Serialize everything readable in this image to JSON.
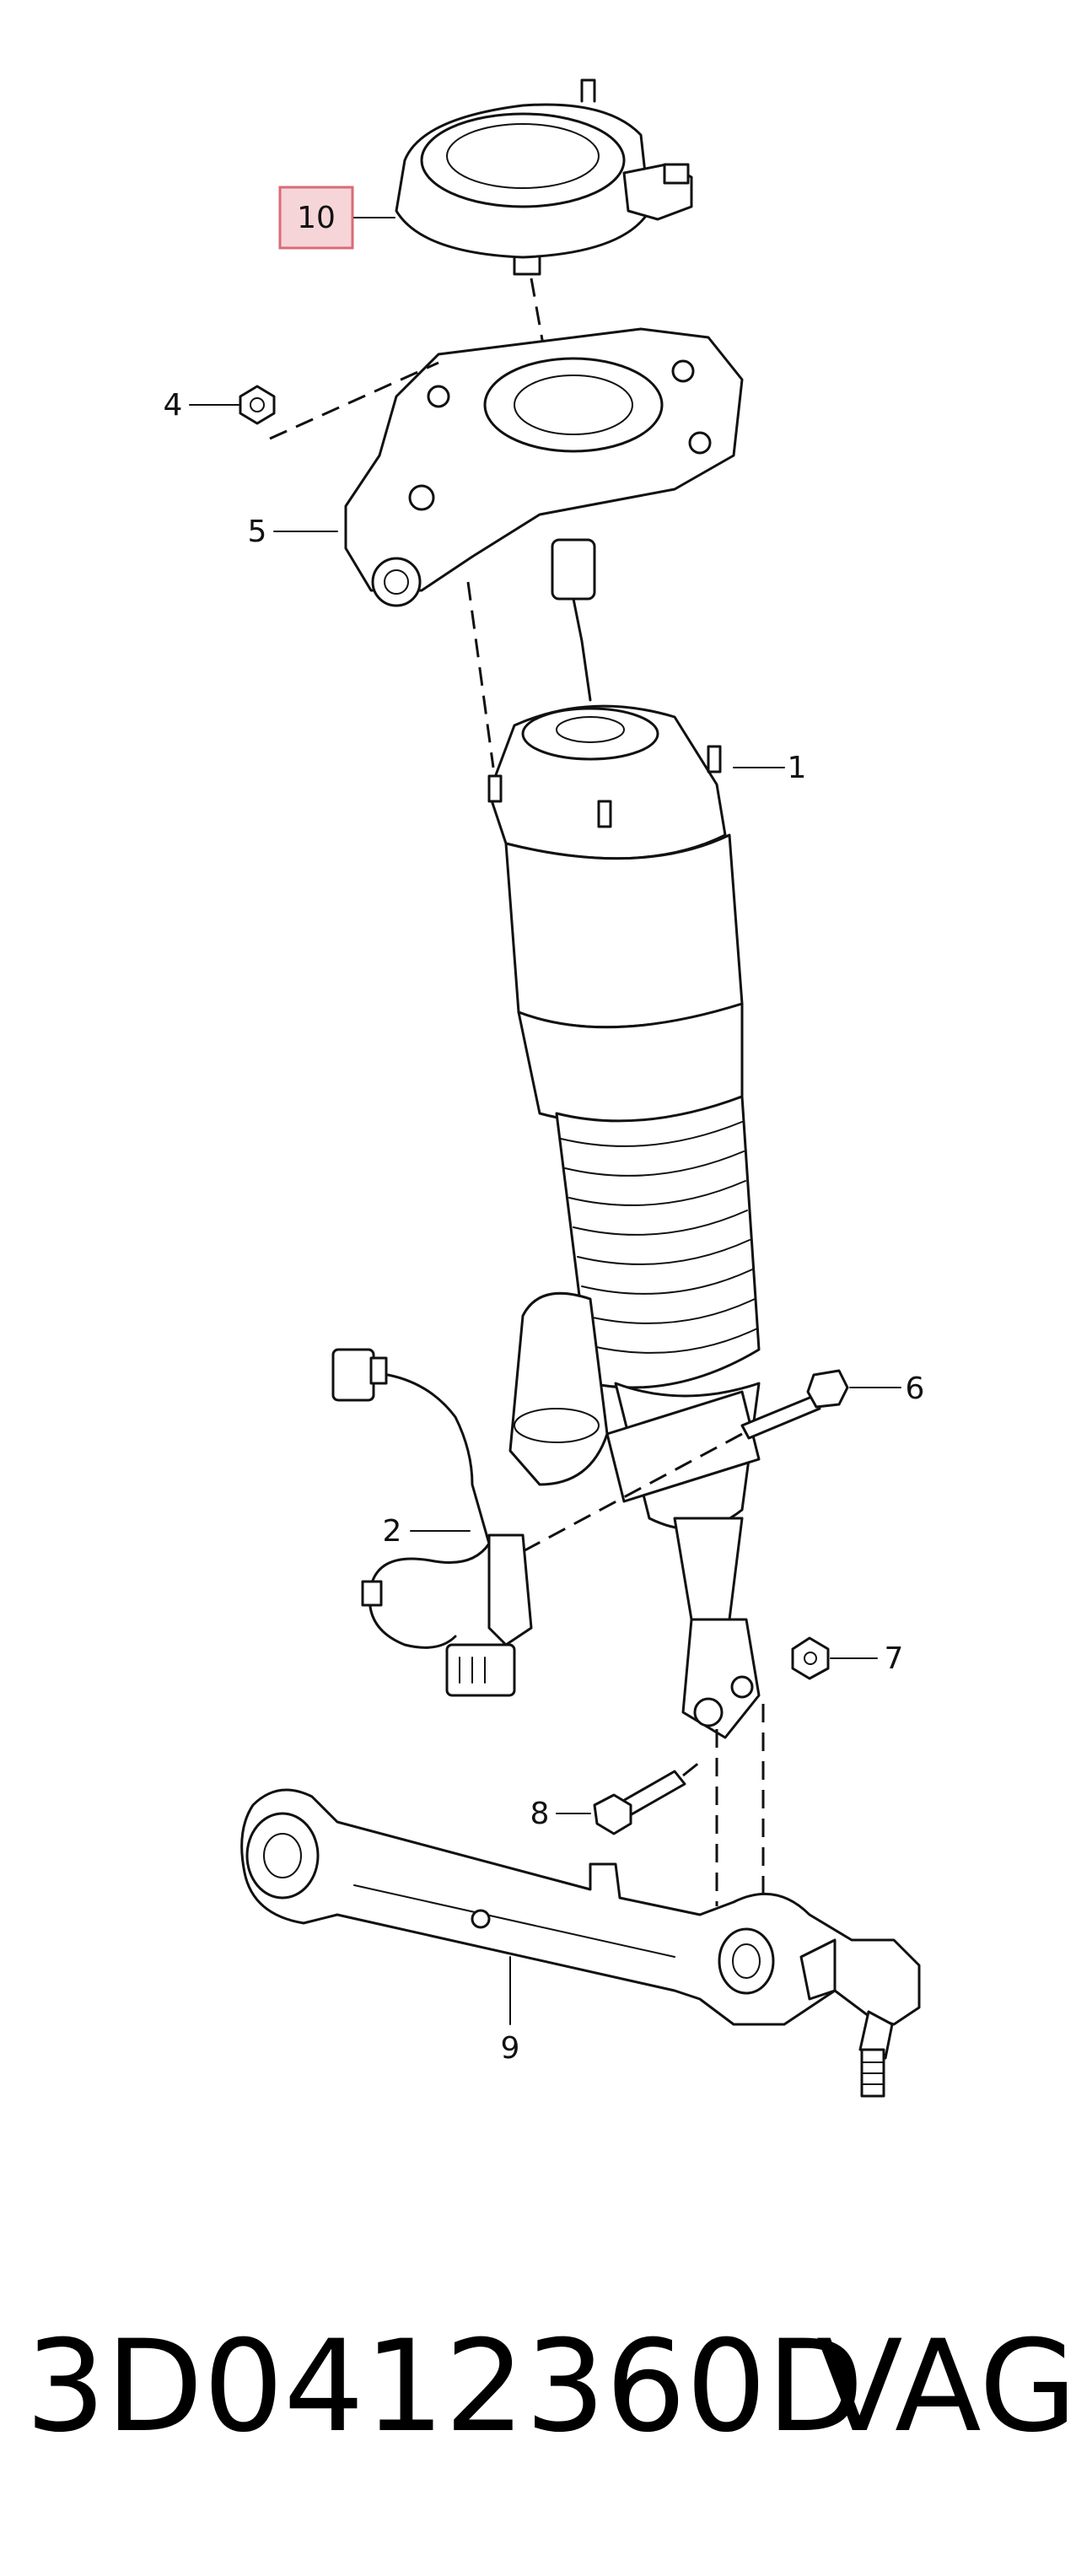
{
  "colors": {
    "line": "#111111",
    "highlight_fill": "#f6d5d9",
    "highlight_stroke": "#d96b78",
    "background": "#ffffff"
  },
  "callouts": {
    "c1": "1",
    "c2": "2",
    "c4": "4",
    "c5": "5",
    "c6": "6",
    "c7": "7",
    "c8": "8",
    "c9": "9",
    "c10": "10"
  },
  "caption": {
    "part_number": "3D0412360D",
    "brand": "VAG"
  }
}
